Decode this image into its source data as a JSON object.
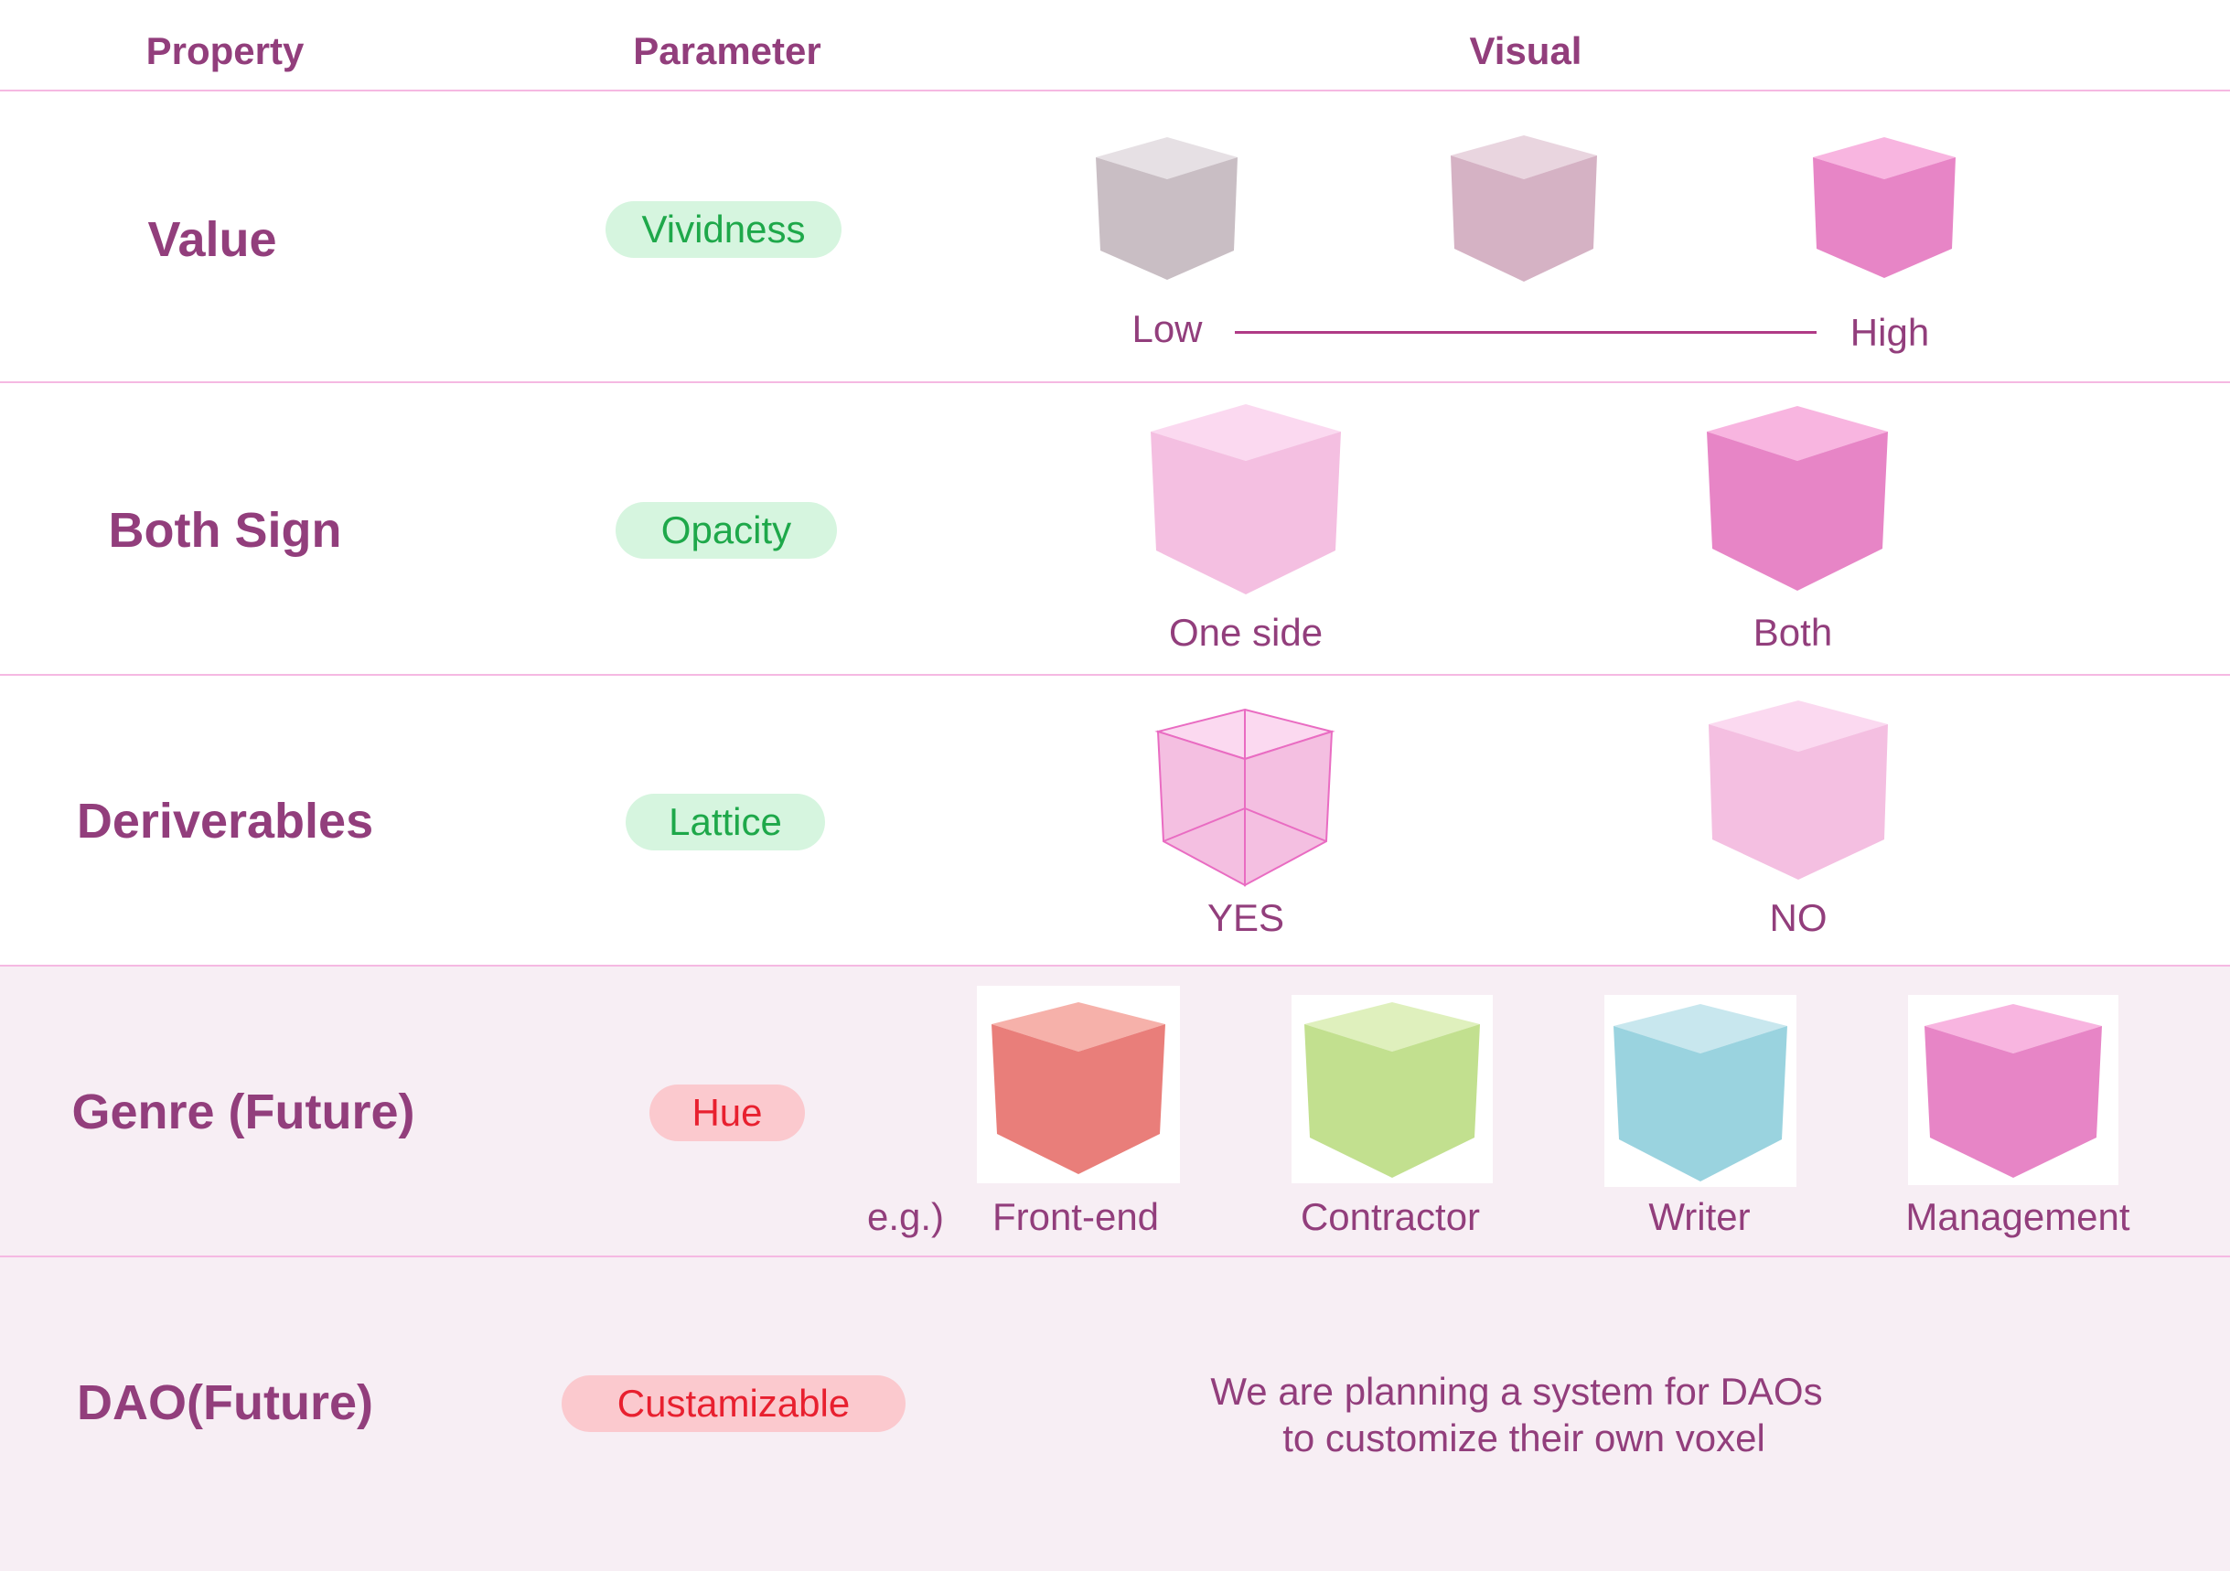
{
  "headers": {
    "property": "Property",
    "parameter": "Parameter",
    "visual": "Visual"
  },
  "rows": {
    "value": {
      "property": "Value",
      "parameter": "Vividness",
      "labels": {
        "low": "Low",
        "high": "High"
      }
    },
    "both_sign": {
      "property": "Both Sign",
      "parameter": "Opacity",
      "labels": {
        "one_side": "One side",
        "both": "Both"
      }
    },
    "deriverables": {
      "property": "Deriverables",
      "parameter": "Lattice",
      "labels": {
        "yes": "YES",
        "no": "NO"
      }
    },
    "genre": {
      "property": "Genre (Future)",
      "parameter": "Hue",
      "example_prefix": "e.g.)",
      "examples": [
        "Front-end",
        "Contractor",
        "Writer",
        "Management"
      ]
    },
    "dao": {
      "property": "DAO(Future)",
      "parameter": "Custamizable",
      "description_line1": "We are planning a system for DAOs",
      "description_line2": "to customize their own voxel"
    }
  },
  "colors": {
    "text": "#923e7c",
    "divider": "#f5b8e2",
    "future_band": "#f7eef4",
    "pill_green_bg": "#d6f5df",
    "pill_green_text": "#1ea84a",
    "pill_red_bg": "#fbc9ce",
    "pill_red_text": "#e8202f"
  }
}
